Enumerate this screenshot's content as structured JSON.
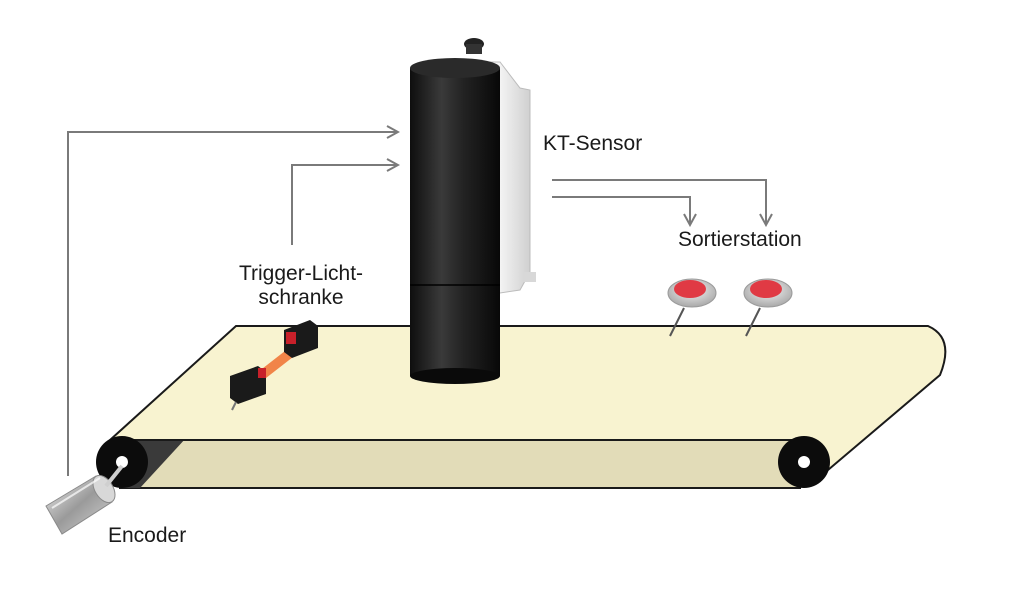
{
  "labels": {
    "kt_sensor": "KT-Sensor",
    "sortierstation": "Sortierstation",
    "trigger_line1": "Trigger-Licht-",
    "trigger_line2": "schranke",
    "encoder": "Encoder"
  },
  "colors": {
    "belt_top": "#f8f3d0",
    "belt_side": "#e2dcb8",
    "belt_outline": "#1a1a1a",
    "arrow": "#7a7a7a",
    "sensor_body": "#1c1c1c",
    "sensor_housing": "#f2f2f2",
    "button_red": "#e03a44",
    "button_ring": "#c8c8c8",
    "lightbeam": "#f07030",
    "encoder_metal": "#b8b8b8"
  },
  "icons": {
    "sensor": "cylinder-sensor-icon",
    "light_barrier": "light-barrier-icon",
    "encoder": "rotary-encoder-icon",
    "sorter": "push-button-icon"
  }
}
